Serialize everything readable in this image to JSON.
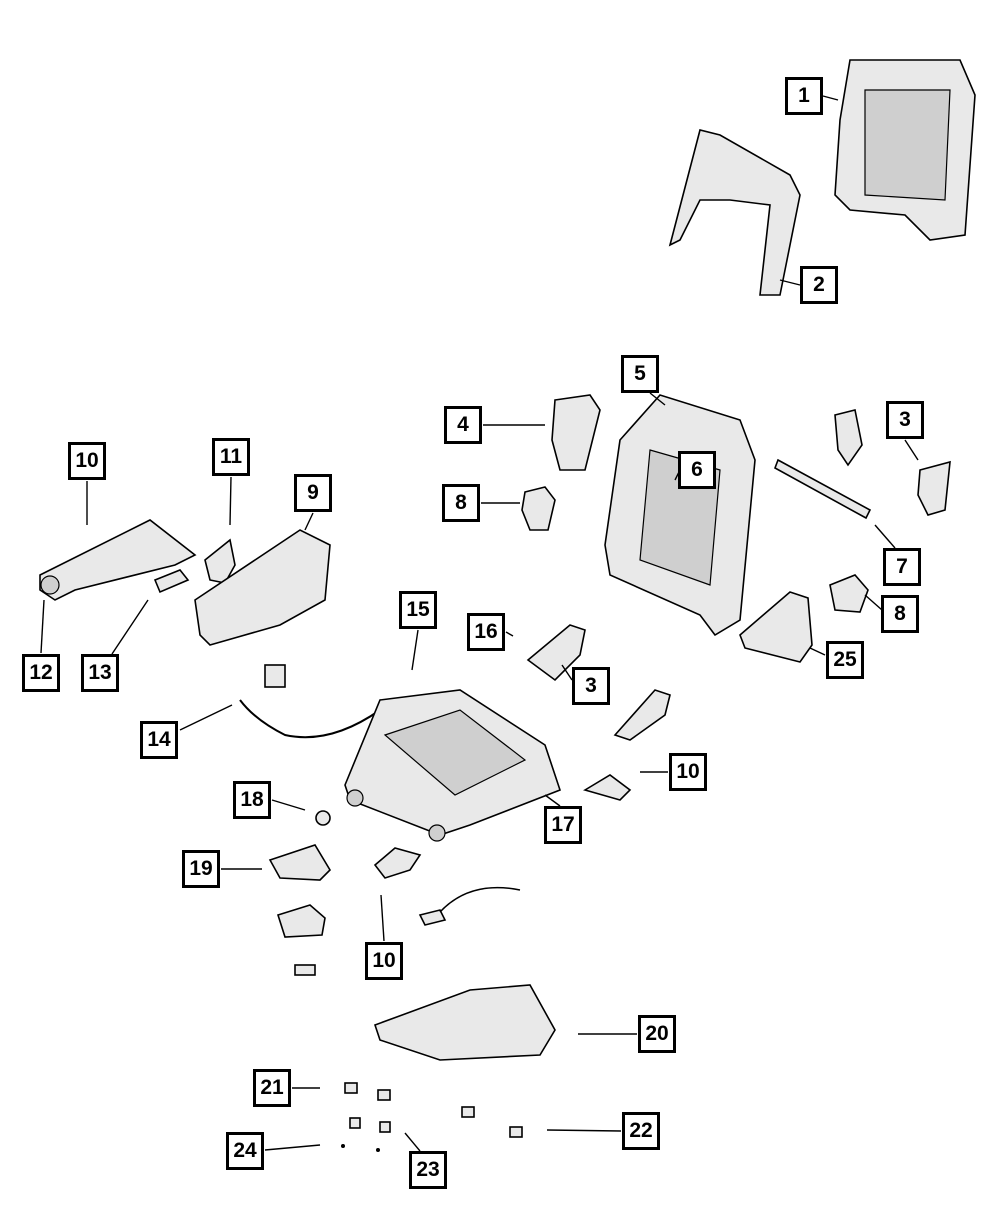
{
  "callouts": [
    "1",
    "2",
    "3",
    "4",
    "5",
    "6",
    "7",
    "8",
    "8",
    "9",
    "10",
    "11",
    "12",
    "13",
    "14",
    "15",
    "16",
    "3",
    "10",
    "17",
    "18",
    "19",
    "10",
    "20",
    "21",
    "22",
    "23",
    "24",
    "25"
  ],
  "colors": {
    "line": "#000000",
    "part_fill": "#e9e9e9",
    "background": "#ffffff"
  }
}
